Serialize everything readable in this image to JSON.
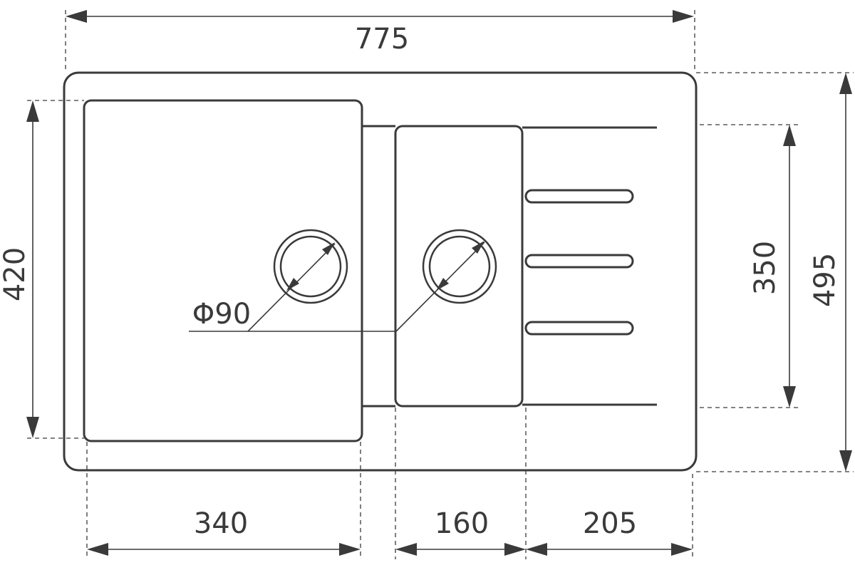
{
  "dimensions": {
    "overall_width": "775",
    "overall_depth": "495",
    "main_bowl_depth": "420",
    "drainer_depth": "350",
    "main_bowl_width": "340",
    "small_bowl_width": "160",
    "drainer_width": "205",
    "drain_diameter": "Φ90"
  },
  "colors": {
    "line": "#3a3a3a",
    "background": "#ffffff"
  }
}
